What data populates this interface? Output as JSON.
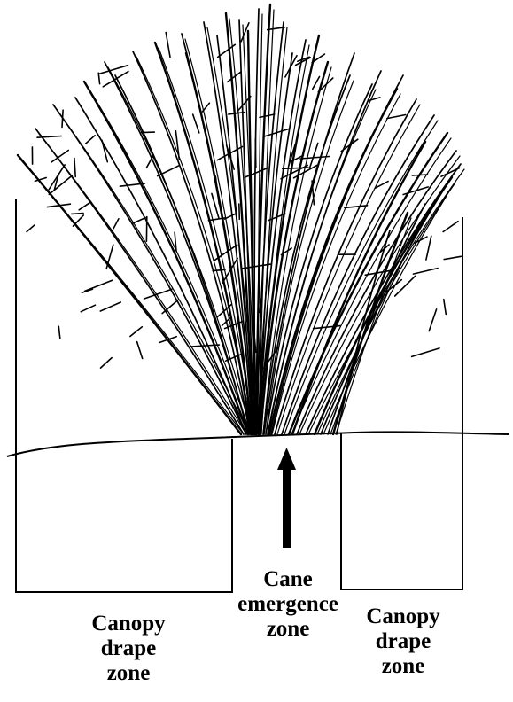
{
  "labels": {
    "left_zone": [
      "Canopy",
      "drape",
      "zone"
    ],
    "center_zone": [
      "Cane",
      "emergence",
      "zone"
    ],
    "right_zone": [
      "Canopy",
      "drape",
      "zone"
    ]
  },
  "colors": {
    "ink": "#000000",
    "background": "#ffffff"
  },
  "icons": {
    "pointer": "up-arrow-icon"
  }
}
